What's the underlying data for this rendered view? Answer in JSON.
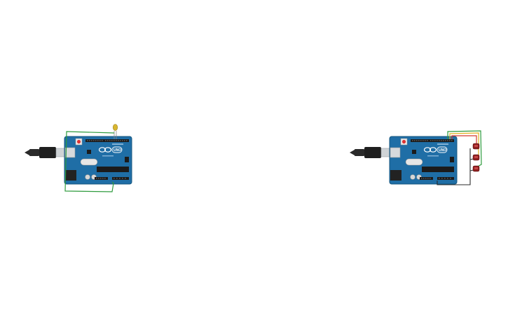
{
  "canvas": {
    "background": "#ffffff"
  },
  "colors": {
    "board_blue": "#1f6ea6",
    "board_blue_dark": "#17577f",
    "header_black": "#1b1b1b",
    "usb_silver": "#cfd3d6",
    "cable_black": "#2a2a2a",
    "wire_green": "#2e9b3d",
    "wire_yellow": "#e0b020",
    "wire_red": "#d43a2f",
    "wire_black": "#2b2b2b",
    "led_yellow": "#d8b630",
    "component_dark_red": "#8d1f1f"
  },
  "board_1": {
    "logo_text": "UNO",
    "components": [
      "arduino-uno",
      "usb-cable",
      "led",
      "green-wire"
    ]
  },
  "board_2": {
    "logo_text": "UNO",
    "components": [
      "arduino-uno",
      "usb-cable",
      "three-components",
      "green-wire",
      "yellow-wire",
      "red-wire",
      "black-wire"
    ]
  }
}
